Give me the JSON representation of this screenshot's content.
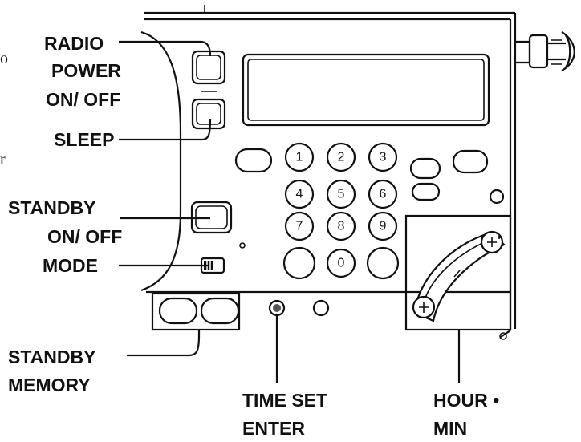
{
  "labels": {
    "radio": "RADIO",
    "power": "POWER",
    "onoff_1": "ON/ OFF",
    "sleep": "SLEEP",
    "standby": "STANDBY",
    "onoff_2": "ON/ OFF",
    "mode": "MODE",
    "standby_2": "STANDBY",
    "memory": "MEMORY",
    "time_set": "TIME SET",
    "enter": "ENTER",
    "hour": "HOUR •",
    "min": "MIN"
  },
  "keypad": [
    "1",
    "2",
    "3",
    "4",
    "5",
    "6",
    "7",
    "8",
    "9",
    "0"
  ],
  "margin_text": {
    "o": "o",
    "r": "r"
  },
  "colors": {
    "ink": "#111111",
    "paper": "#ffffff"
  }
}
